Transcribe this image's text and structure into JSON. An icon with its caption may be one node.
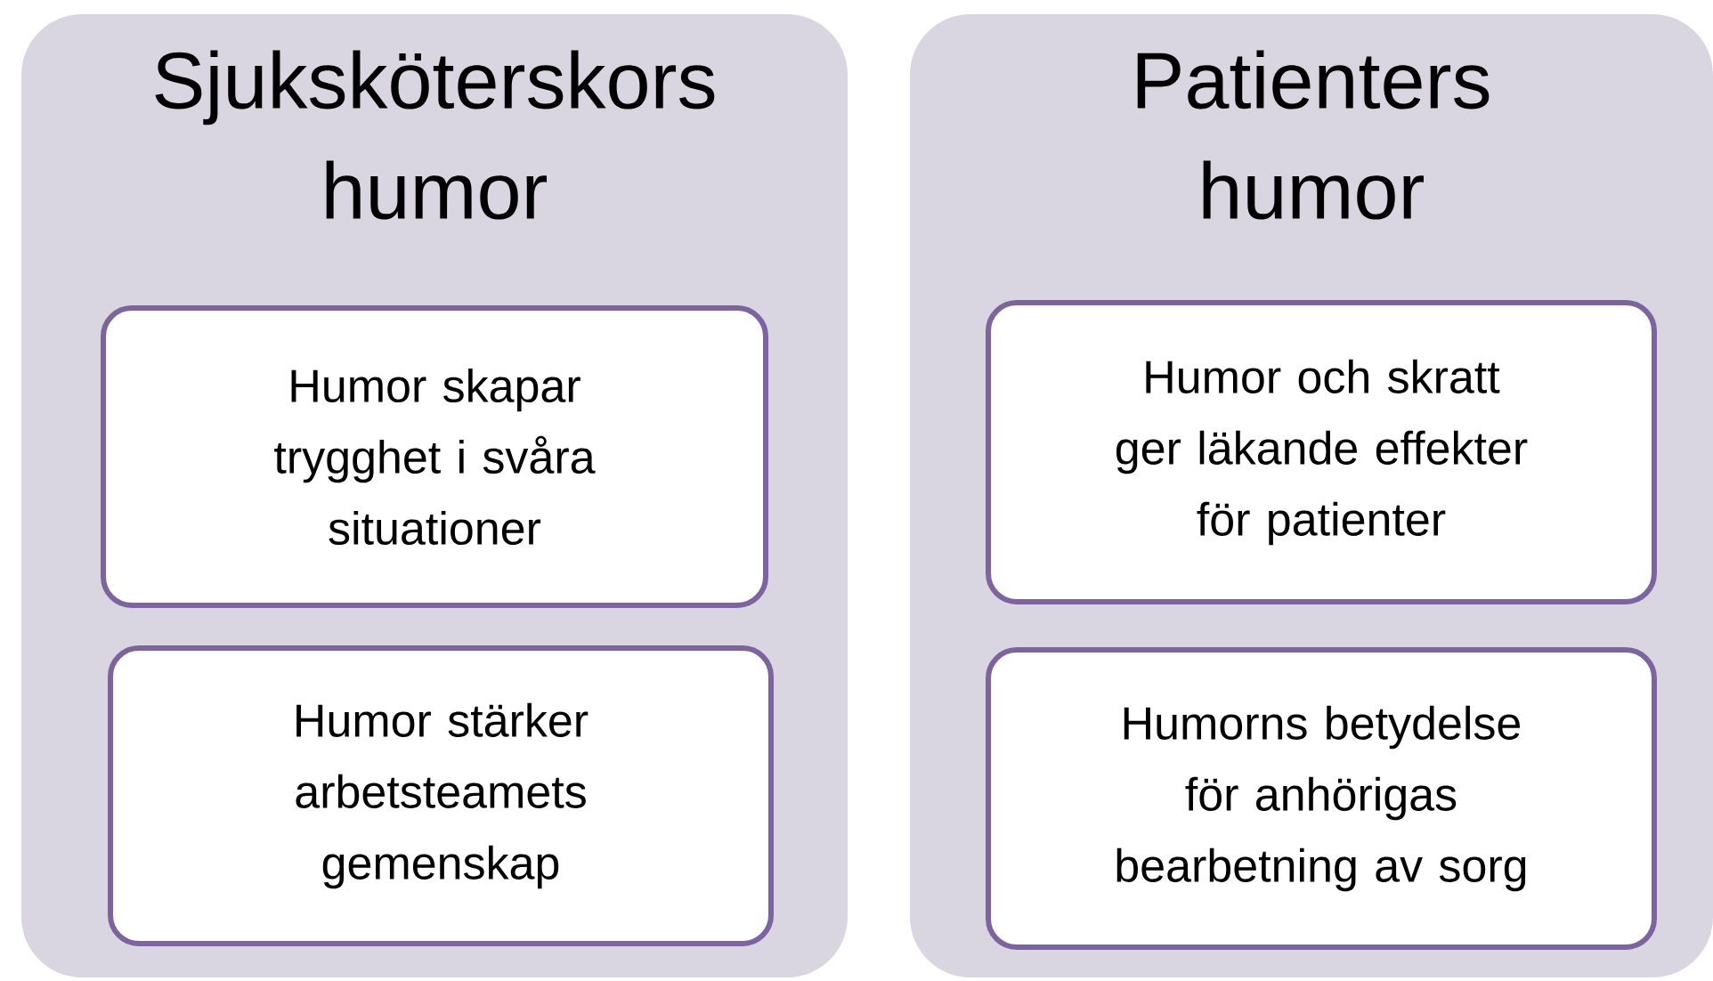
{
  "diagram": {
    "nodes": [
      {
        "text": [
          "Sjuksköterskors humor"
        ]
      },
      {
        "text": [
          "Humor skapar trygghet i svåra situationer"
        ],
        "in": 0
      },
      {
        "text": [
          "Humor stärker arbetsteamets gemenskap"
        ],
        "in": 0
      },
      {
        "text": [
          "Patienters humor"
        ]
      },
      {
        "text": [
          "Humor och skratt ger läkande effekter för patienter"
        ],
        "in": 3
      },
      {
        "text": [
          "Humorns betydelse för anhörigas bearbetning av sorg"
        ],
        "in": 3
      }
    ]
  }
}
